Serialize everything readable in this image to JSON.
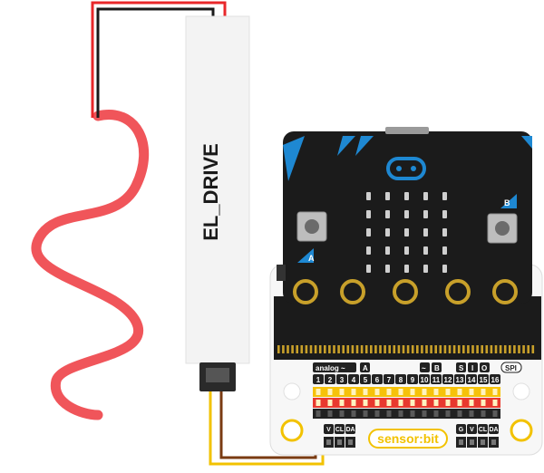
{
  "el_driver": {
    "label": "EL_DRIVE"
  },
  "breakout": {
    "pin_numbers": [
      "1",
      "2",
      "3",
      "4",
      "5",
      "6",
      "7",
      "8",
      "9",
      "10",
      "11",
      "12",
      "13",
      "14",
      "15",
      "16"
    ],
    "analog_label": "analog ~",
    "analog_badge": "A",
    "mid_dash": "~",
    "mid_badge": "B",
    "s_label": "S",
    "io_label": "I",
    "o_label": "O",
    "spi_label": "SPI",
    "left_header_labels": [
      "V",
      "CL",
      "DA"
    ],
    "right_header_labels": [
      "G",
      "V",
      "CL",
      "DA"
    ],
    "brand": "sensor:bit"
  },
  "microbit": {
    "button_a": "A",
    "button_b": "B"
  },
  "colors": {
    "wire_red": "#e8272a",
    "wire_black": "#1a1a1a",
    "wire_yellow": "#f2c200",
    "wire_brown": "#7a3b12",
    "el_wire": "#f0555a",
    "microbit_body": "#1b1b1b",
    "microbit_accent": "#1e88d2",
    "gold": "#c8a02a",
    "header_yellow": "#f6c20a",
    "header_red": "#e8392e",
    "header_black": "#222222"
  }
}
